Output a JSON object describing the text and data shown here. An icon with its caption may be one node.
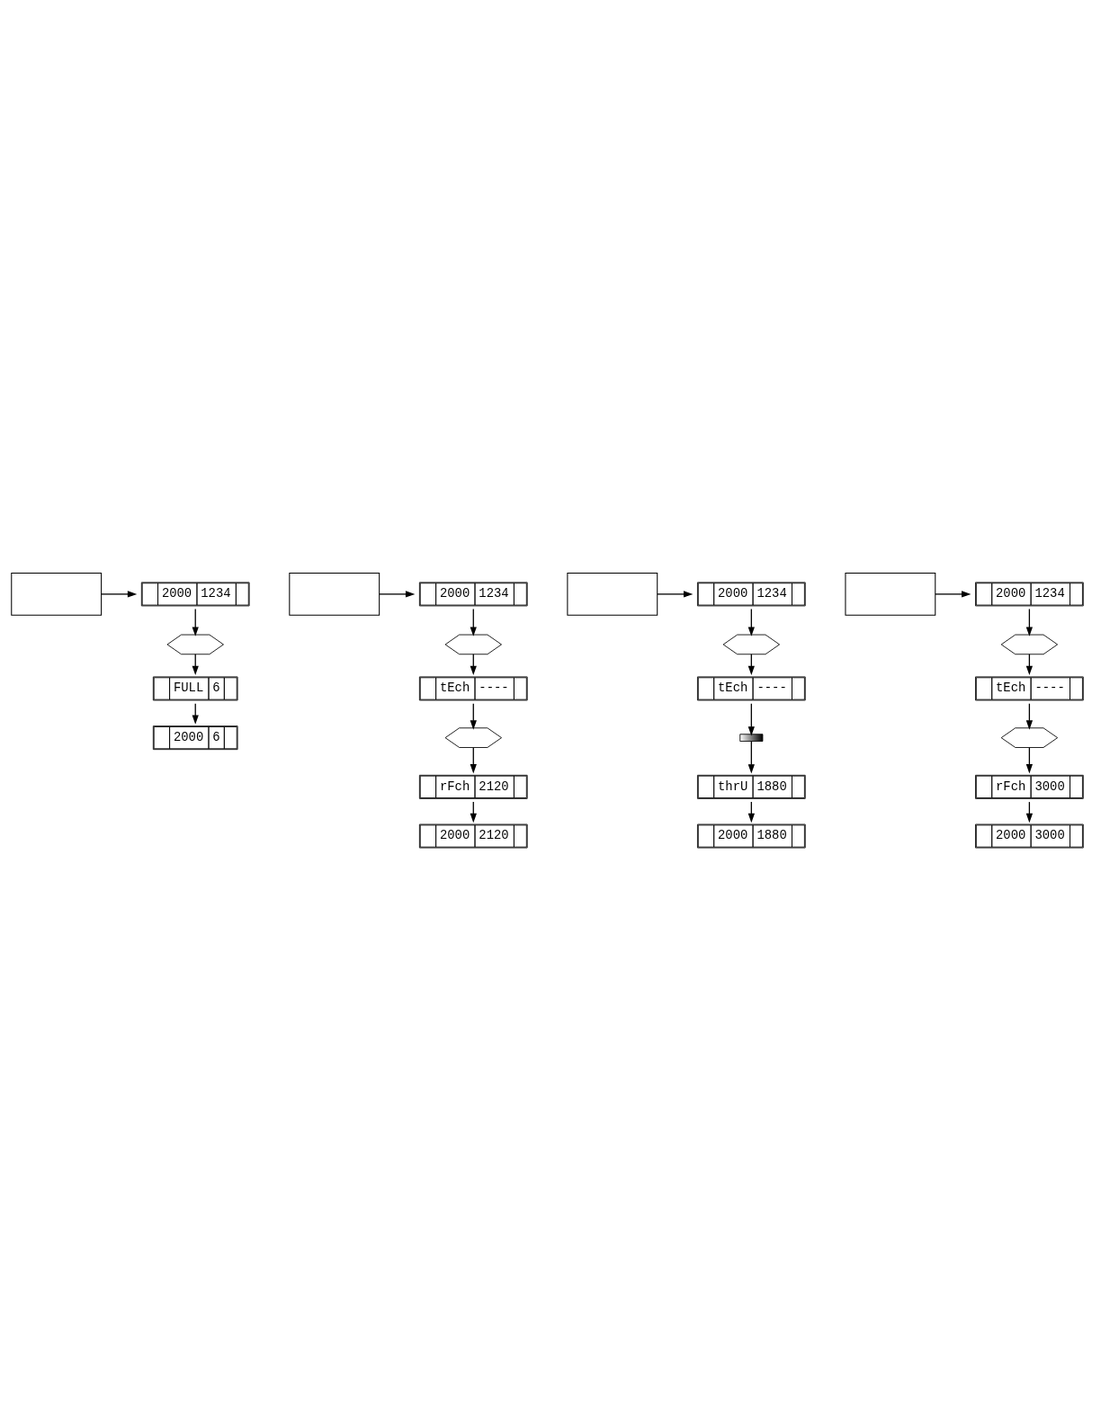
{
  "diagram": {
    "nodes": [
      {
        "text": [],
        "shape": "box"
      },
      {
        "text": [
          "2000",
          "1234"
        ]
      },
      {
        "text": [],
        "shape": "button"
      },
      {
        "text": [
          "FULL",
          "6"
        ]
      },
      {
        "text": [
          "2000",
          "6"
        ]
      },
      {
        "text": [],
        "shape": "box"
      },
      {
        "text": [
          "2000",
          "1234"
        ]
      },
      {
        "text": [],
        "shape": "button"
      },
      {
        "text": [
          "tEch",
          "----"
        ]
      },
      {
        "text": [],
        "shape": "button"
      },
      {
        "text": [
          "rFch",
          "2120"
        ]
      },
      {
        "text": [
          "2000",
          "2120"
        ]
      },
      {
        "text": [],
        "shape": "box"
      },
      {
        "text": [
          "2000",
          "1234"
        ]
      },
      {
        "text": [],
        "shape": "button"
      },
      {
        "text": [
          "tEch",
          "----"
        ]
      },
      {
        "text": [],
        "shape": "switch"
      },
      {
        "text": [
          "thrU",
          "1880"
        ]
      },
      {
        "text": [
          "2000",
          "1880"
        ]
      },
      {
        "text": [],
        "shape": "box"
      },
      {
        "text": [
          "2000",
          "1234"
        ]
      },
      {
        "text": [],
        "shape": "button"
      },
      {
        "text": [
          "tEch",
          "----"
        ]
      },
      {
        "text": [],
        "shape": "button"
      },
      {
        "text": [
          "rFch",
          "3000"
        ]
      },
      {
        "text": [
          "2000",
          "3000"
        ]
      }
    ],
    "edges": [
      {
        "from": 0,
        "to": 1,
        "arrow": "to"
      },
      {
        "from": 1,
        "to": 2,
        "arrow": "to"
      },
      {
        "from": 2,
        "to": 3,
        "arrow": "to"
      },
      {
        "from": 3,
        "to": 4,
        "arrow": "to"
      },
      {
        "from": 5,
        "to": 6,
        "arrow": "to"
      },
      {
        "from": 6,
        "to": 7,
        "arrow": "to"
      },
      {
        "from": 7,
        "to": 8,
        "arrow": "to"
      },
      {
        "from": 8,
        "to": 9,
        "arrow": "to"
      },
      {
        "from": 9,
        "to": 10,
        "arrow": "to"
      },
      {
        "from": 10,
        "to": 11,
        "arrow": "to"
      },
      {
        "from": 12,
        "to": 13,
        "arrow": "to"
      },
      {
        "from": 13,
        "to": 14,
        "arrow": "to"
      },
      {
        "from": 14,
        "to": 15,
        "arrow": "to"
      },
      {
        "from": 15,
        "to": 16,
        "arrow": "to"
      },
      {
        "from": 16,
        "to": 17,
        "arrow": "to"
      },
      {
        "from": 17,
        "to": 18,
        "arrow": "to"
      },
      {
        "from": 19,
        "to": 20,
        "arrow": "to"
      },
      {
        "from": 20,
        "to": 21,
        "arrow": "to"
      },
      {
        "from": 21,
        "to": 22,
        "arrow": "to"
      },
      {
        "from": 22,
        "to": 23,
        "arrow": "to"
      },
      {
        "from": 23,
        "to": 24,
        "arrow": "to"
      },
      {
        "from": 24,
        "to": 25,
        "arrow": "to"
      }
    ]
  }
}
